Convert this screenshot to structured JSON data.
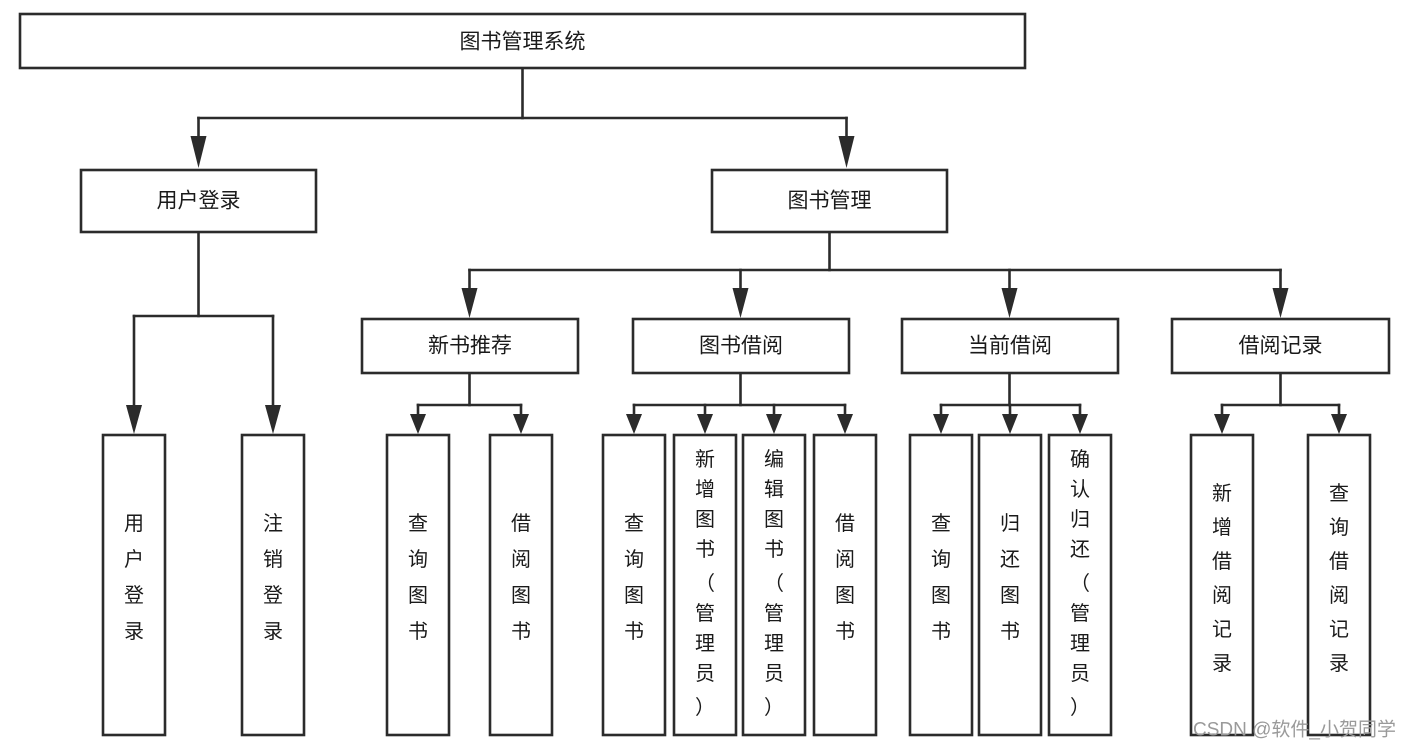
{
  "diagram": {
    "type": "hierarchy-tree",
    "title": "图书管理系统",
    "watermark": "CSDN @软件_小贺同学",
    "colors": {
      "stroke": "#2b2b2b",
      "fill": "#ffffff",
      "text": "#1a1a1a",
      "watermark": "#9a9a9a"
    },
    "levels": {
      "root": "图书管理系统",
      "level2": [
        "用户登录",
        "图书管理"
      ],
      "level3": [
        "新书推荐",
        "图书借阅",
        "当前借阅",
        "借阅记录"
      ],
      "leaves": [
        "用户登录",
        "注销登录",
        "查询图书",
        "借阅图书",
        "查询图书",
        "新增图书（管理员）",
        "编辑图书（管理员）",
        "借阅图书",
        "查询图书",
        "归还图书",
        "确认归还（管理员）",
        "新增借阅记录",
        "查询借阅记录"
      ]
    },
    "nodes": {
      "root": {
        "label": "图书管理系统"
      },
      "user_login": {
        "label": "用户登录"
      },
      "book_mgmt": {
        "label": "图书管理"
      },
      "new_book_rec": {
        "label": "新书推荐"
      },
      "book_borrow": {
        "label": "图书借阅"
      },
      "current_borrow": {
        "label": "当前借阅"
      },
      "borrow_record": {
        "label": "借阅记录"
      },
      "leaf_user_login": {
        "label": "用户登录"
      },
      "leaf_user_logout": {
        "label": "注销登录"
      },
      "leaf_query_book_1": {
        "label": "查询图书"
      },
      "leaf_borrow_book_1": {
        "label": "借阅图书"
      },
      "leaf_query_book_2": {
        "label": "查询图书"
      },
      "leaf_add_book": {
        "label": "新增图书（管理员）"
      },
      "leaf_edit_book": {
        "label": "编辑图书（管理员）"
      },
      "leaf_borrow_book_2": {
        "label": "借阅图书"
      },
      "leaf_query_book_3": {
        "label": "查询图书"
      },
      "leaf_return_book": {
        "label": "归还图书"
      },
      "leaf_confirm_return": {
        "label": "确认归还（管理员）"
      },
      "leaf_add_record": {
        "label": "新增借阅记录"
      },
      "leaf_query_record": {
        "label": "查询借阅记录"
      }
    },
    "leaf_lines": {
      "leaf_user_login": [
        "用户",
        "户登",
        "登录"
      ],
      "leaf_user_login_chars": [
        "用",
        "户",
        "登",
        "录"
      ],
      "leaf_user_logout_chars": [
        "注",
        "销",
        "登",
        "录"
      ],
      "leaf_query_book_1_chars": [
        "查",
        "询",
        "图",
        "书"
      ],
      "leaf_borrow_book_1_chars": [
        "借",
        "阅",
        "图",
        "书"
      ],
      "leaf_query_book_2_chars": [
        "查",
        "询",
        "图",
        "书"
      ],
      "leaf_add_book_chars": [
        "新",
        "增",
        "图",
        "书",
        "（",
        "管",
        "理",
        "员",
        "）"
      ],
      "leaf_edit_book_chars": [
        "编",
        "辑",
        "图",
        "书",
        "（",
        "管",
        "理",
        "员",
        "）"
      ],
      "leaf_borrow_book_2_chars": [
        "借",
        "阅",
        "图",
        "书"
      ],
      "leaf_query_book_3_chars": [
        "查",
        "询",
        "图",
        "书"
      ],
      "leaf_return_book_chars": [
        "归",
        "还",
        "图",
        "书"
      ],
      "leaf_confirm_return_chars": [
        "确",
        "认",
        "归",
        "还",
        "（",
        "管",
        "理",
        "员",
        "）"
      ],
      "leaf_add_record_chars": [
        "新",
        "增",
        "借",
        "阅",
        "记",
        "录"
      ],
      "leaf_query_record_chars": [
        "查",
        "询",
        "借",
        "阅",
        "记",
        "录"
      ]
    }
  }
}
